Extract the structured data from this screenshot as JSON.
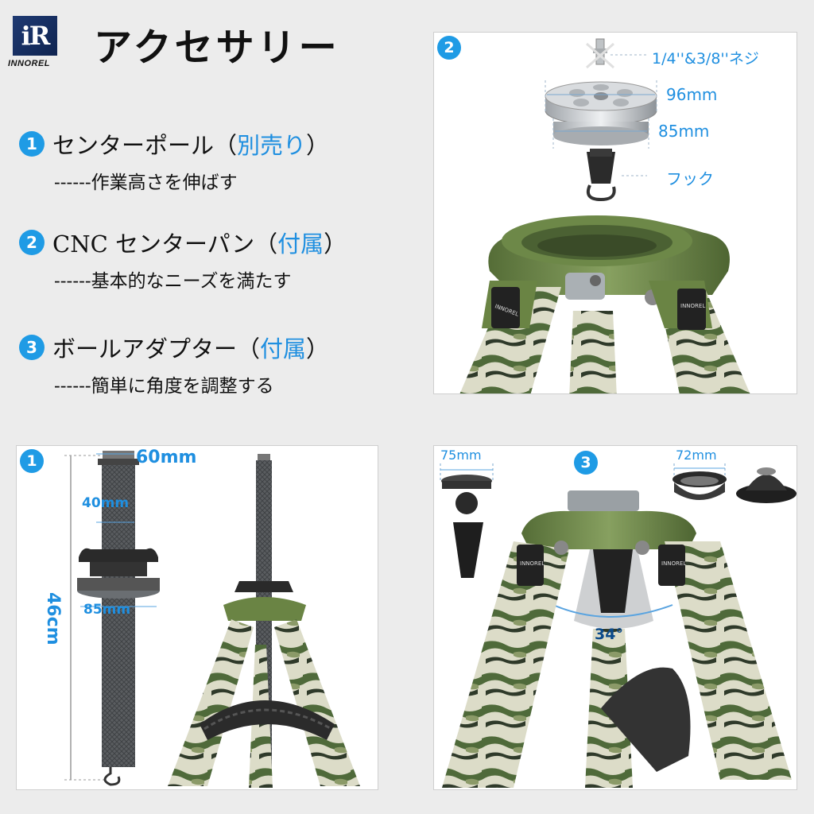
{
  "brand": {
    "logo_text": "INNOREL",
    "logo_mark": "iR"
  },
  "title": "アクセサリー",
  "features": [
    {
      "num": "1",
      "name": "センターポール（",
      "tag": "別売り",
      "close": "）",
      "desc": "------作業高さを伸ばす"
    },
    {
      "num": "2",
      "name": "CNC センターパン（",
      "tag": "付属",
      "close": "）",
      "desc": "------基本的なニーズを満たす"
    },
    {
      "num": "3",
      "name": "ボールアダプター（",
      "tag": "付属",
      "close": "）",
      "desc": "------簡単に角度を調整する"
    }
  ],
  "panel2": {
    "num": "2",
    "screw_label": "1/4''&3/8''ネジ",
    "top_dim": "96mm",
    "bottom_dim": "85mm",
    "hook_label": "フック",
    "leg_brand": "INNOREL"
  },
  "panel1": {
    "num": "1",
    "top_dim": "60mm",
    "tube_dim": "40mm",
    "length_dim": "46cm",
    "pan_dim": "85mm"
  },
  "panel3": {
    "num": "3",
    "head_dim": "75mm",
    "adapter_dim": "72mm",
    "angle": "34°",
    "leg_brand": "INNOREL"
  },
  "colors": {
    "accent": "#1f8fe0",
    "badge": "#1f9be5",
    "olive": "#6e8a4a"
  }
}
